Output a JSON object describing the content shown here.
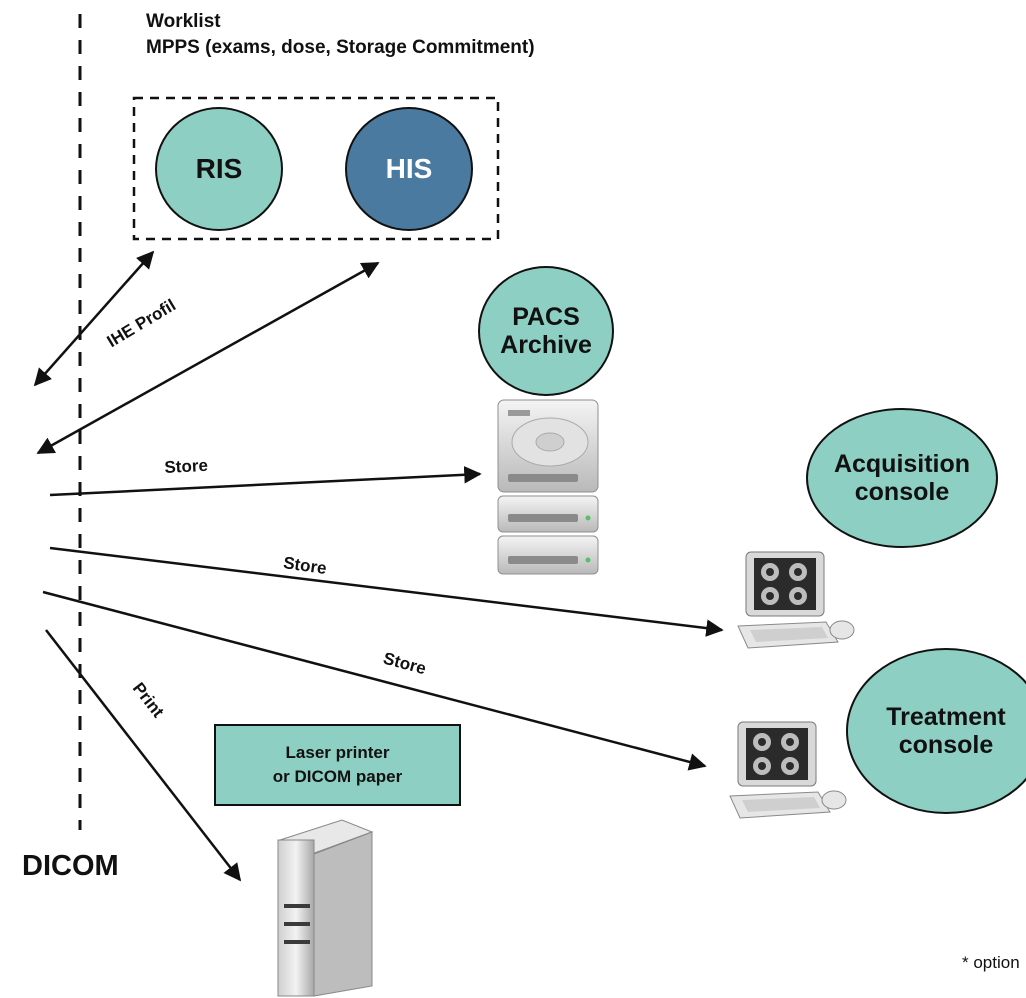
{
  "header": {
    "line1": "Worklist",
    "line2": "MPPS (exams, dose, Storage Commitment)"
  },
  "nodes": {
    "ris": "RIS",
    "his": "HIS",
    "pacs": [
      "PACS",
      "Archive"
    ],
    "acquisition": [
      "Acquisition",
      "console"
    ],
    "treatment": [
      "Treatment",
      "console"
    ]
  },
  "printer_box": [
    "Laser printer",
    "or DICOM paper"
  ],
  "labels": {
    "ihe": "IHE Profil",
    "store_1": "Store",
    "store_2": "Store",
    "store_3": "Store",
    "print": "Print",
    "dicom": "DICOM",
    "footnote": "* option"
  },
  "colors": {
    "teal": "#8ecfc4",
    "navy": "#4a7a9f",
    "line": "#111111"
  },
  "icons": {
    "archive": "server-stack-icon",
    "acquisition": "workstation-icon",
    "treatment": "workstation-icon",
    "printer": "printer-icon"
  }
}
